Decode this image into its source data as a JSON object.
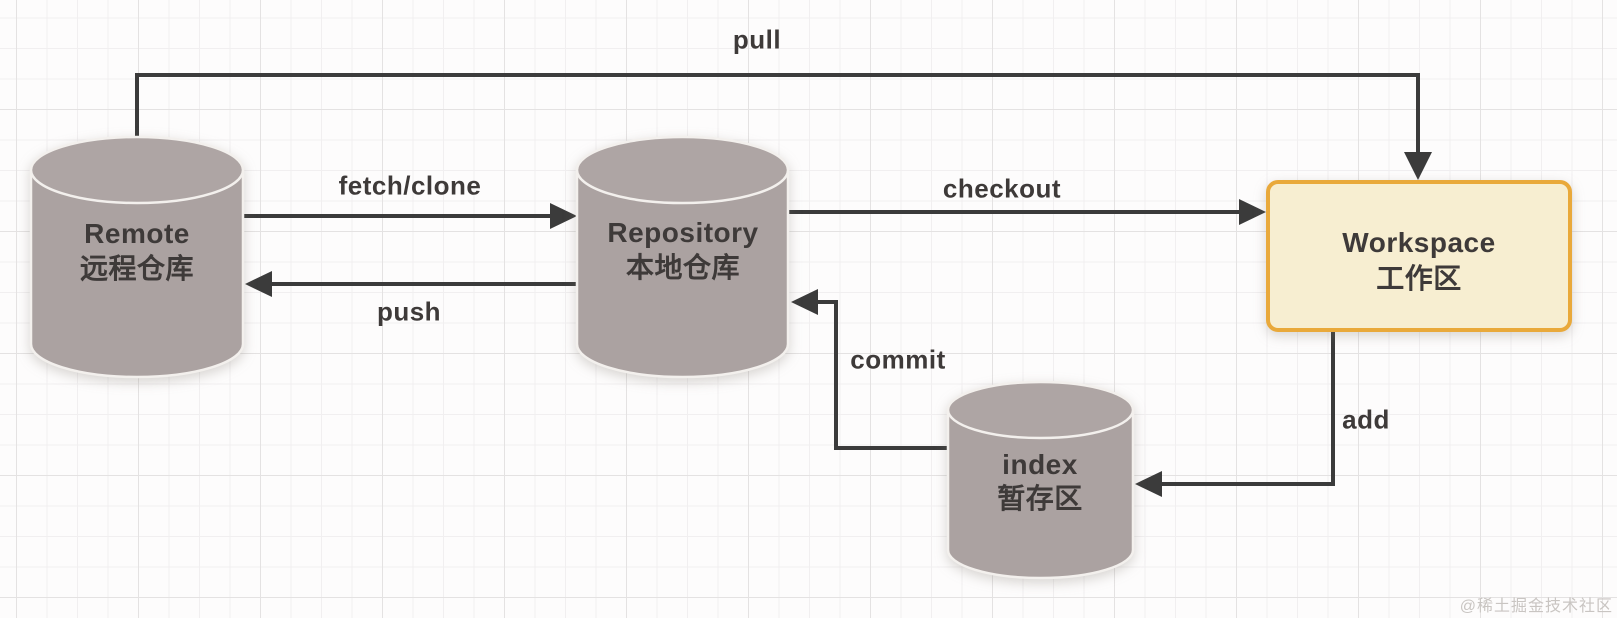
{
  "diagram": {
    "nodes": {
      "remote": {
        "label_en": "Remote",
        "label_zh": "远程仓库",
        "shape": "cylinder"
      },
      "repository": {
        "label_en": "Repository",
        "label_zh": "本地仓库",
        "shape": "cylinder"
      },
      "workspace": {
        "label_en": "Workspace",
        "label_zh": "工作区",
        "shape": "rounded-rect"
      },
      "index": {
        "label_en": "index",
        "label_zh": "暂存区",
        "shape": "cylinder"
      }
    },
    "edges": {
      "pull": {
        "label": "pull",
        "from": "Remote",
        "to": "Workspace"
      },
      "fetch": {
        "label": "fetch/clone",
        "from": "Remote",
        "to": "Repository"
      },
      "push": {
        "label": "push",
        "from": "Repository",
        "to": "Remote"
      },
      "checkout": {
        "label": "checkout",
        "from": "Repository",
        "to": "Workspace"
      },
      "commit": {
        "label": "commit",
        "from": "index",
        "to": "Repository"
      },
      "add": {
        "label": "add",
        "from": "Workspace",
        "to": "index"
      }
    },
    "colors": {
      "cylinder_fill": "#aba2a1",
      "cylinder_top_fill": "#aea5a4",
      "cylinder_rim_stroke": "#f3f0ed",
      "workspace_fill": "#f7eed1",
      "workspace_border": "#e9a93b",
      "edge_stroke": "#3b3b3b",
      "label_text": "#3e3a39",
      "grid_minor": "#f1eff0",
      "grid_major": "#e4e2e2",
      "watermark_text": "#c9c5c2"
    },
    "watermark": "@稀土掘金技术社区"
  }
}
